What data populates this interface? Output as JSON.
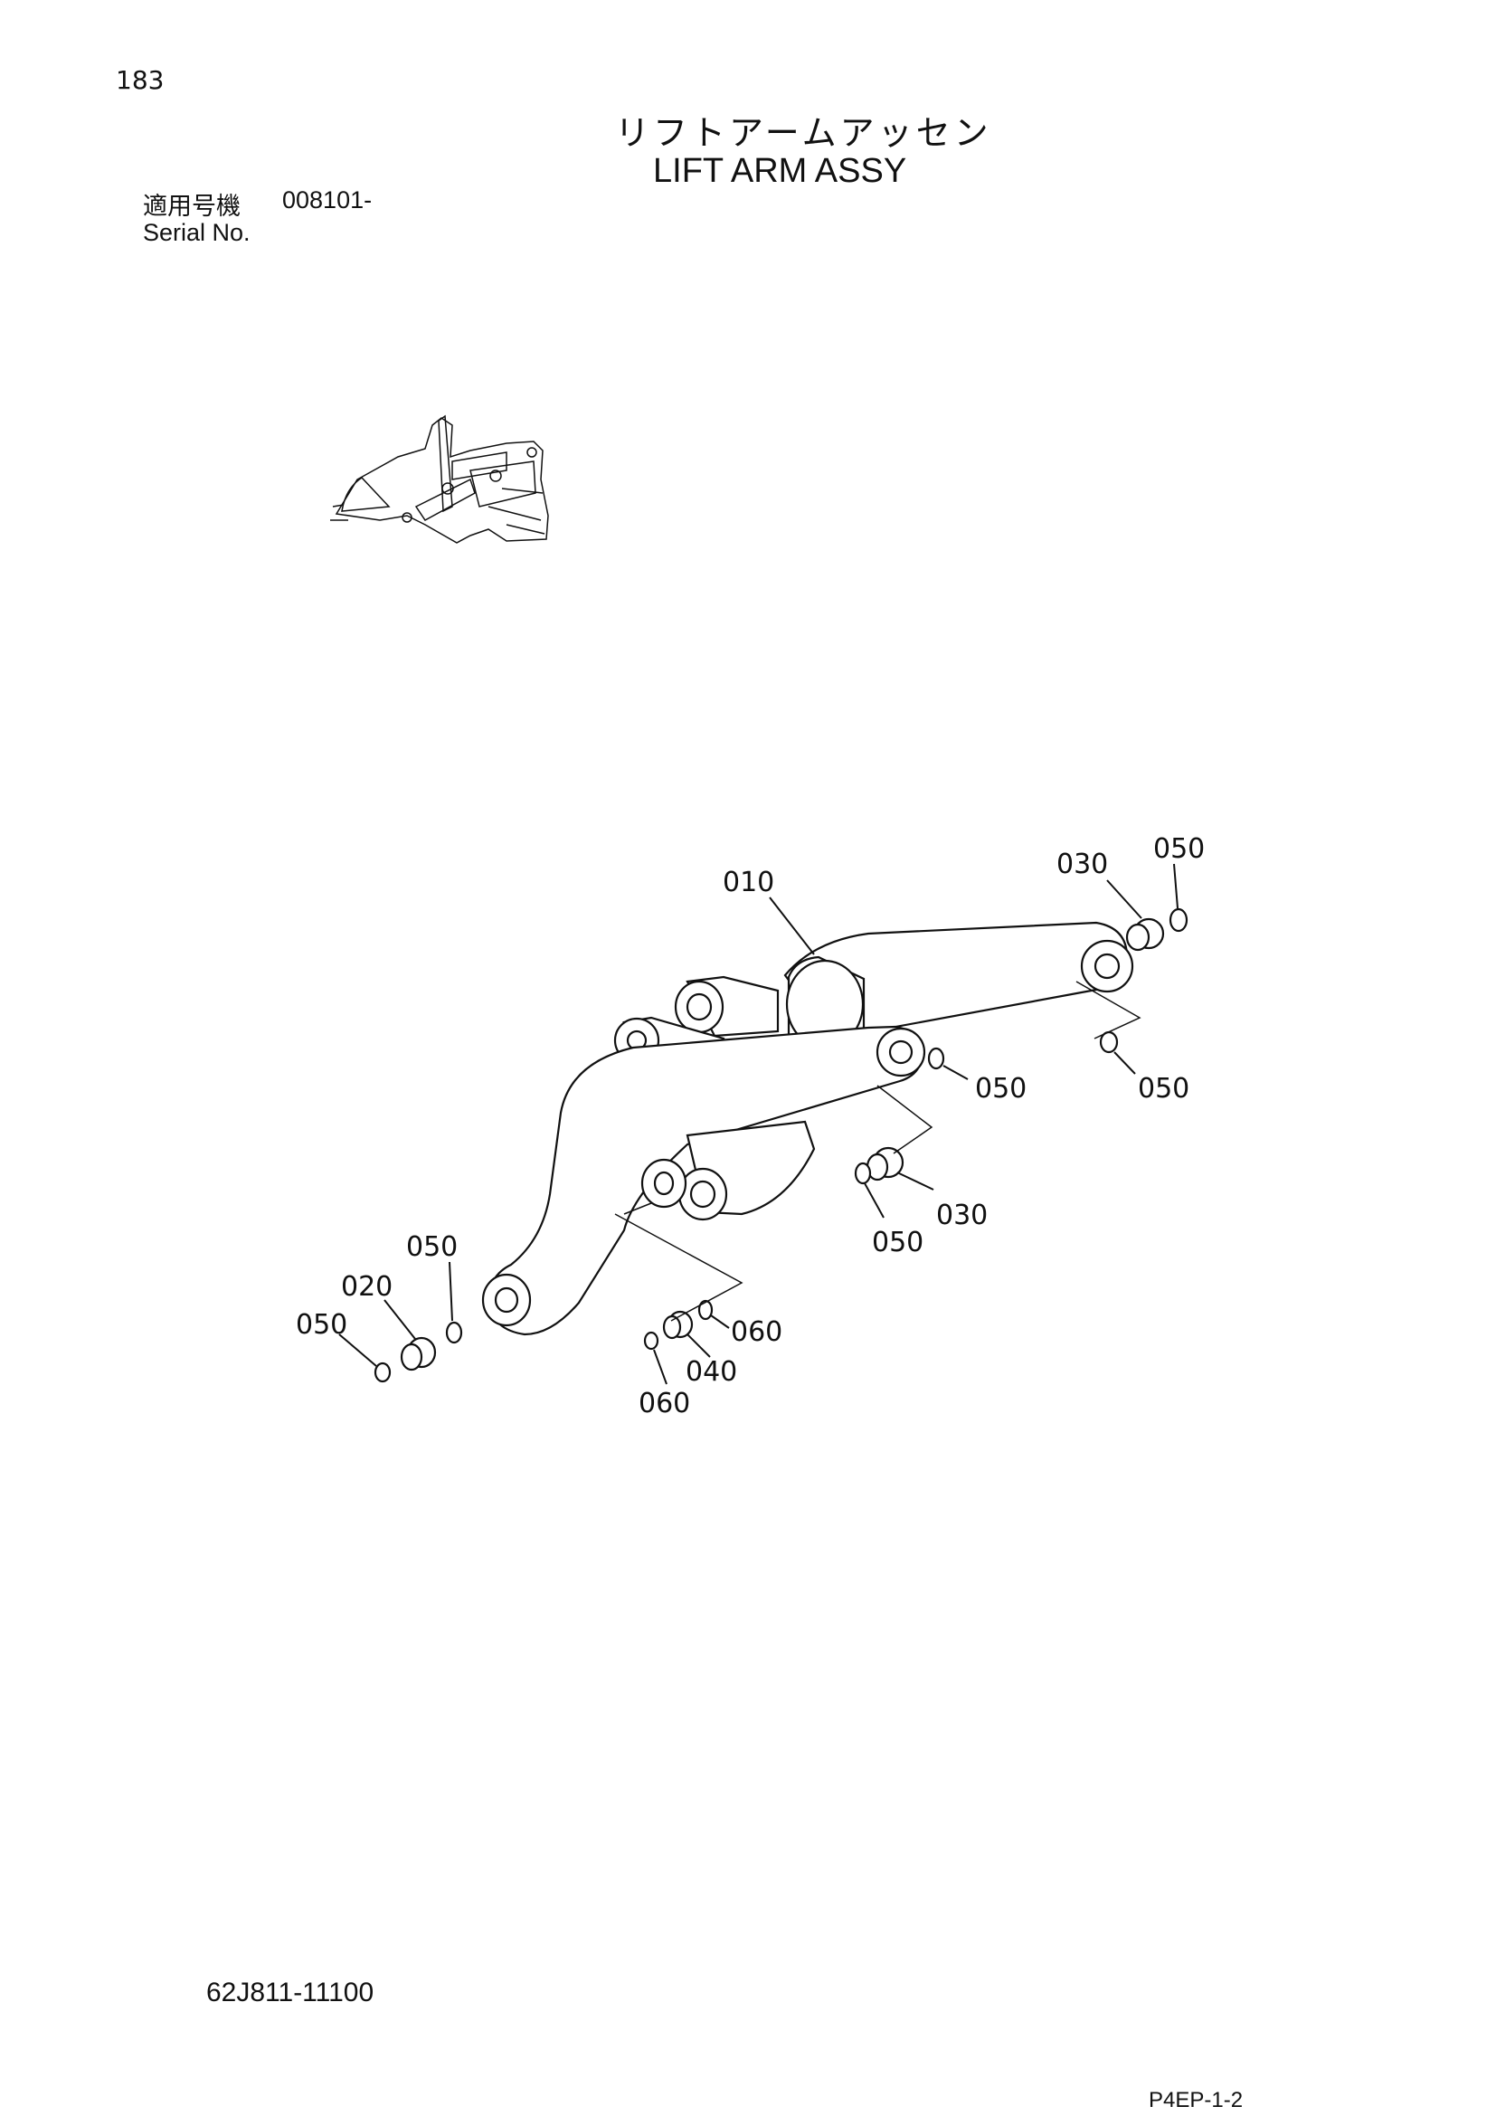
{
  "page_number": "183",
  "title_jp": "リフトアームアッセン",
  "title_en": "LIFT ARM ASSY",
  "serial": {
    "label_jp": "適用号機",
    "value": "008101-",
    "label_en": "Serial No."
  },
  "callouts": {
    "c010": "010",
    "c020": "020",
    "c030_top": "030",
    "c030_mid": "030",
    "c040": "040",
    "c050_top": "050",
    "c050_right": "050",
    "c050_center": "050",
    "c050_mid": "050",
    "c050_left_top": "050",
    "c050_left": "050",
    "c060_bottom": "060",
    "c060_right": "060"
  },
  "drawing_code": "62J811-11100",
  "page_code": "P4EP-1-2"
}
